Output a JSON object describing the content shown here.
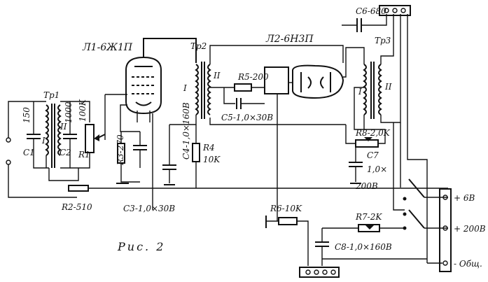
{
  "labels": {
    "tube1": "Л1-6Ж1П",
    "tube2": "Л2-6Н3П",
    "tr1": "Tp1",
    "tr2": "Tp2",
    "tr3": "Tp3",
    "c1": "C1",
    "c1_val": "150",
    "c2": "C2",
    "c2_val": "1000",
    "r1": "R1",
    "r1_val": "100K",
    "r2": "R2-510",
    "r3": "R3-270",
    "c3": "C3-1,0×30B",
    "c4": "C4-1,0×160B",
    "r4": "R4",
    "r4_val": "10K",
    "r5": "R5-200",
    "c5": "C5-1,0×30B",
    "c6": "C6-680",
    "r6": "R6-10K",
    "r7": "R7-2K",
    "c7": "C7",
    "c7_val_a": "1,0×",
    "c7_val_b": "200B",
    "c8": "C8-1,0×160B",
    "r8": "R8-2,0K",
    "plus6": "+ 6B",
    "plus200": "+ 200B",
    "common": "- Общ.",
    "wind_I_2": "I",
    "wind_II_2": "II",
    "wind_I_3": "I",
    "wind_II_3": "II",
    "wind_I_1": "I",
    "wind_II_1": "II",
    "caption": "Рис. 2"
  }
}
